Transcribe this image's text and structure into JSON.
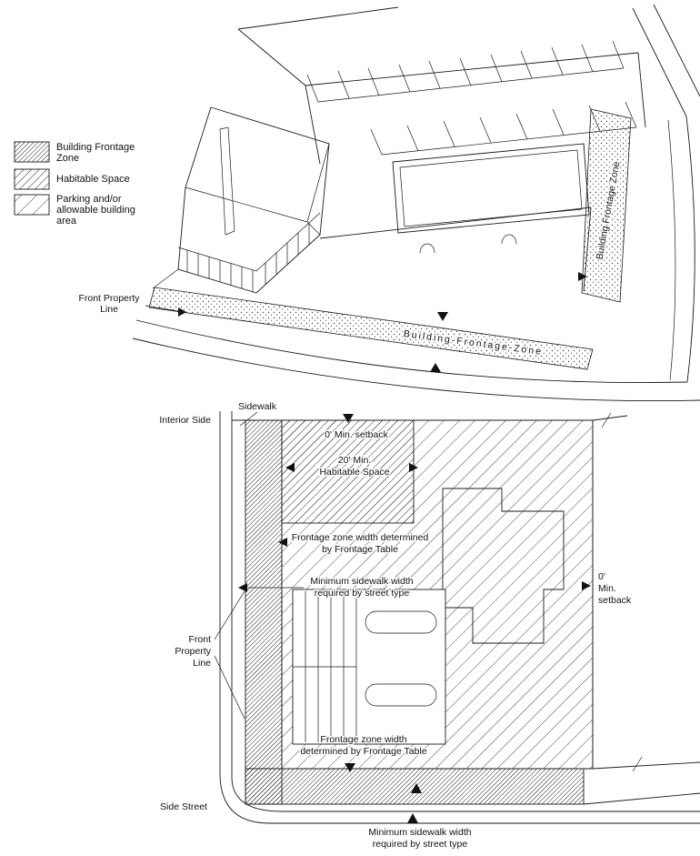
{
  "colors": {
    "ink": "#1a1a1a",
    "paper": "#ffffff"
  },
  "legend": {
    "building_frontage": {
      "line1": "Building Frontage",
      "line2": "Zone"
    },
    "habitable": {
      "line1": "Habitable Space"
    },
    "parking": {
      "line1": "Parking and/or",
      "line2": "allowable building",
      "line3": "area"
    }
  },
  "axon": {
    "front_property_line": {
      "line1": "Front Property",
      "line2": "Line"
    },
    "frontage_zone_bottom": "Building-Frontage-Zone",
    "frontage_zone_right": "Building Frontage Zone"
  },
  "plan": {
    "sidewalk": "Sidewalk",
    "interior_side": "Interior Side",
    "setback_top": "0' Min. setback",
    "habitable": {
      "line1": "20' Min.",
      "line2": "Habitable Space"
    },
    "frontage_width_upper": {
      "line1": "Frontage zone width determined",
      "line2": "by Frontage Table"
    },
    "min_sidewalk_mid": {
      "line1": "Minimum sidewalk width",
      "line2": "required by street type"
    },
    "setback_right": {
      "line1": "0'",
      "line2": "Min.",
      "line3": "setback"
    },
    "front_property_line": {
      "line1": "Front",
      "line2": "Property",
      "line3": "Line"
    },
    "frontage_width_lower": {
      "line1": "Frontage zone width",
      "line2": "determined by Frontage Table"
    },
    "side_street": "Side Street",
    "min_sidewalk_bottom": {
      "line1": "Minimum sidewalk width",
      "line2": "required by street type"
    }
  }
}
